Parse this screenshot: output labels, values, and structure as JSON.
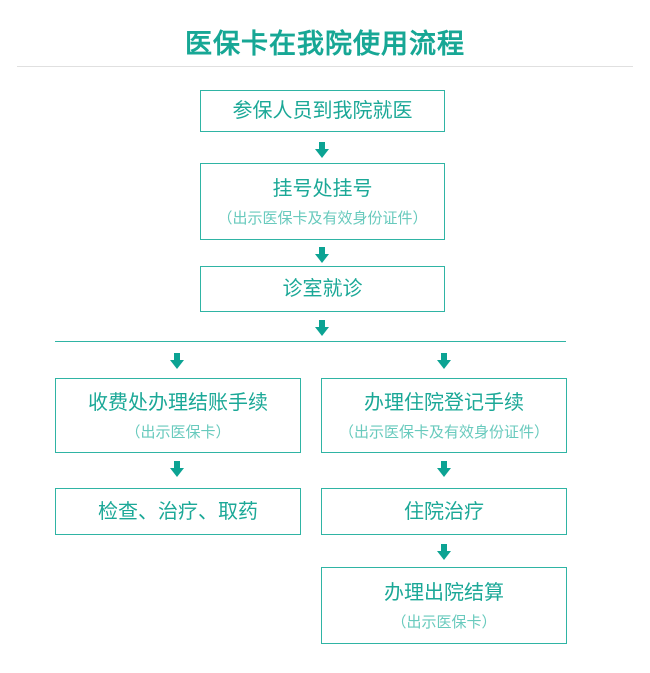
{
  "header": {
    "title": "医保卡在我院使用流程"
  },
  "colors": {
    "primary_teal": "#17a795",
    "box_border_teal": "#2fb4a4",
    "box_label_teal": "#1ba897",
    "note_light_teal": "#68cabd",
    "arrow_teal": "#0ca393",
    "title_divider_gray": "#e0e0e0",
    "background": "#ffffff"
  },
  "flow": {
    "main_steps": [
      {
        "label": "参保人员到我院就医"
      },
      {
        "label": "挂号处挂号",
        "note": "（出示医保卡及有效身份证件）"
      },
      {
        "label": "诊室就诊"
      }
    ],
    "outpatient_branch": [
      {
        "label": "收费处办理结账手续",
        "note": "（出示医保卡）"
      },
      {
        "label": "检查、治疗、取药"
      }
    ],
    "inpatient_branch": [
      {
        "label": "办理住院登记手续",
        "note": "（出示医保卡及有效身份证件）"
      },
      {
        "label": "住院治疗"
      },
      {
        "label": "办理出院结算",
        "note": "（出示医保卡）"
      }
    ]
  },
  "icons": {
    "arrow_down": "arrow-down-icon"
  }
}
